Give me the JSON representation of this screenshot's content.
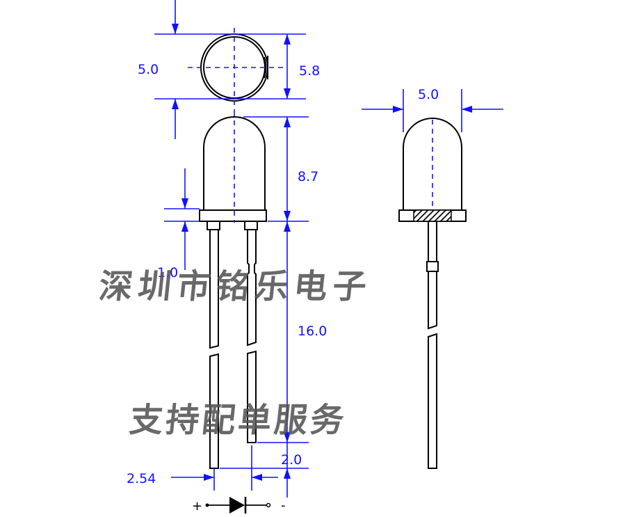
{
  "dimensions": {
    "top_view_diameter": "5.0",
    "top_view_flange": "5.8",
    "body_height": "8.7",
    "flange_thickness": "1.0",
    "lead_length": "16.0",
    "lead_spacing": "2.54",
    "lead_cut_diff": "2.0",
    "side_view_diameter": "5.0"
  },
  "watermark": {
    "line1": "深圳市铭乐电子",
    "line2": "支持配单服务"
  },
  "polarity": {
    "plus": "+",
    "minus": "-"
  },
  "colors": {
    "dimension": "#1111ff",
    "outline": "#000000",
    "watermark": "#555555"
  }
}
